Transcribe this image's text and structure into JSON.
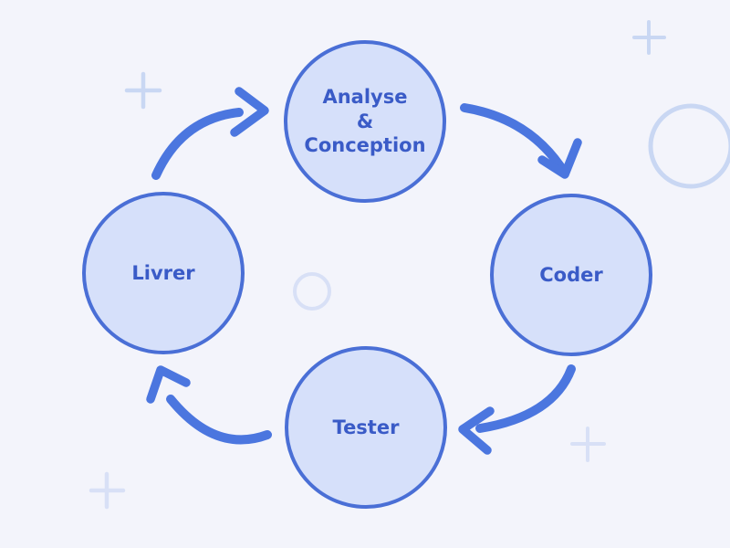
{
  "diagram": {
    "type": "cycle",
    "steps": [
      {
        "id": "analyse-conception",
        "label": "Analyse\n&\nConception"
      },
      {
        "id": "coder",
        "label": "Coder"
      },
      {
        "id": "tester",
        "label": "Tester"
      },
      {
        "id": "livrer",
        "label": "Livrer"
      }
    ],
    "arrows": [
      {
        "from": "livrer",
        "to": "analyse-conception"
      },
      {
        "from": "analyse-conception",
        "to": "coder"
      },
      {
        "from": "coder",
        "to": "tester"
      },
      {
        "from": "tester",
        "to": "livrer"
      }
    ]
  },
  "colors": {
    "background": "#f3f4fb",
    "node_fill": "#d6e0fa",
    "node_border": "#4a6fd6",
    "node_text": "#3a5bc7",
    "arrow": "#4b76df",
    "decoration": "#ccd8f4"
  }
}
